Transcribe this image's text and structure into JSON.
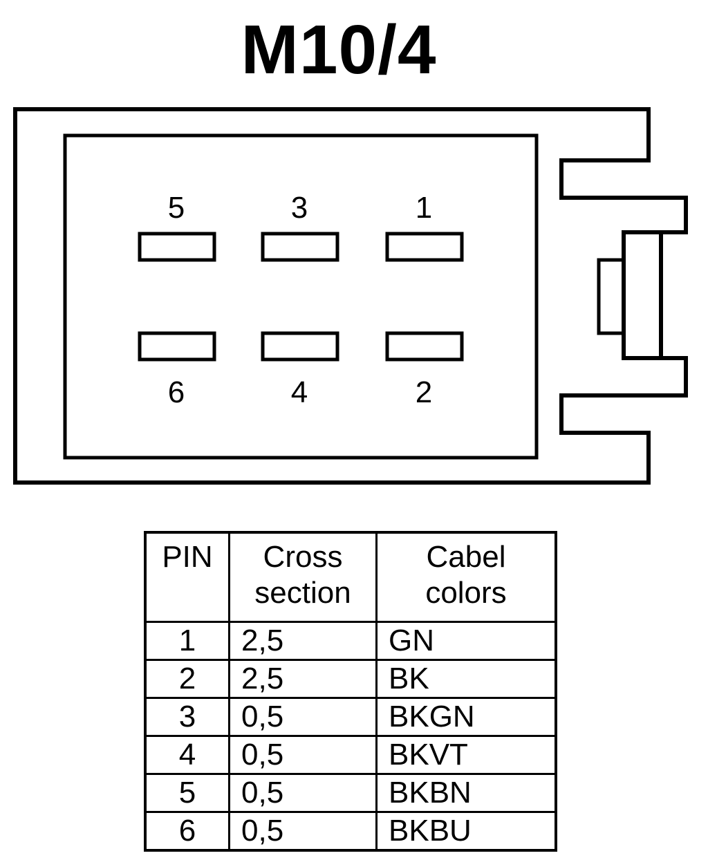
{
  "title": "M10/4",
  "connector": {
    "pins_top_row": [
      "5",
      "3",
      "1"
    ],
    "pins_bottom_row": [
      "6",
      "4",
      "2"
    ]
  },
  "table": {
    "headers": {
      "pin": "PIN",
      "cross_section": [
        "Cross",
        "section"
      ],
      "cable_colors": [
        "Cabel",
        "colors"
      ]
    },
    "rows": [
      {
        "pin": "1",
        "cross_section": "2,5",
        "color": "GN"
      },
      {
        "pin": "2",
        "cross_section": "2,5",
        "color": "BK"
      },
      {
        "pin": "3",
        "cross_section": "0,5",
        "color": "BKGN"
      },
      {
        "pin": "4",
        "cross_section": "0,5",
        "color": "BKVT"
      },
      {
        "pin": "5",
        "cross_section": "0,5",
        "color": "BKBN"
      },
      {
        "pin": "6",
        "cross_section": "0,5",
        "color": "BKBU"
      }
    ]
  }
}
